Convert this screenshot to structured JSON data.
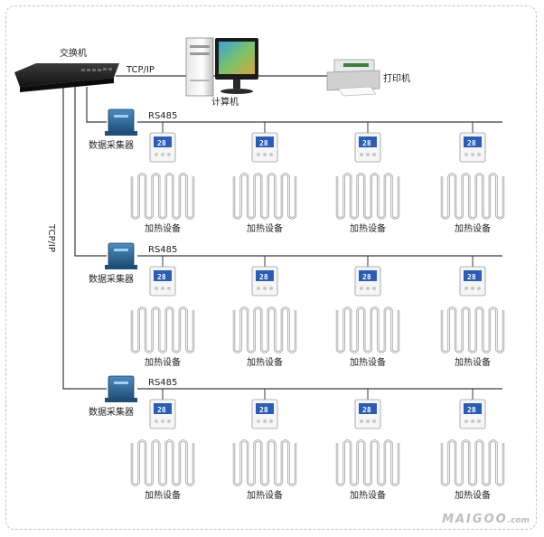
{
  "labels": {
    "switch": "交换机",
    "computer": "计算机",
    "printer": "打印机",
    "tcpip_top": "TCP/IP",
    "tcpip_side": "TCP/IP",
    "collector": "数据采集器",
    "rs485": "RS485",
    "heater": "加热设备",
    "thermostat_reading": "28"
  },
  "rows": [
    {
      "collector_label": "数据采集器",
      "bus_label": "RS485",
      "units": [
        "加热设备",
        "加热设备",
        "加热设备",
        "加热设备"
      ]
    },
    {
      "collector_label": "数据采集器",
      "bus_label": "RS485",
      "units": [
        "加热设备",
        "加热设备",
        "加热设备",
        "加热设备"
      ]
    },
    {
      "collector_label": "数据采集器",
      "bus_label": "RS485",
      "units": [
        "加热设备",
        "加热设备",
        "加热设备",
        "加热设备"
      ]
    }
  ],
  "watermark": {
    "brand": "MAIGOO",
    "suffix": ".com"
  },
  "colors": {
    "line": "#3a3a3a",
    "collector": "#2f6f9f",
    "lcd": "#2a5db8",
    "heater": "#9a9a9a",
    "frame": "#c4c4c4"
  }
}
